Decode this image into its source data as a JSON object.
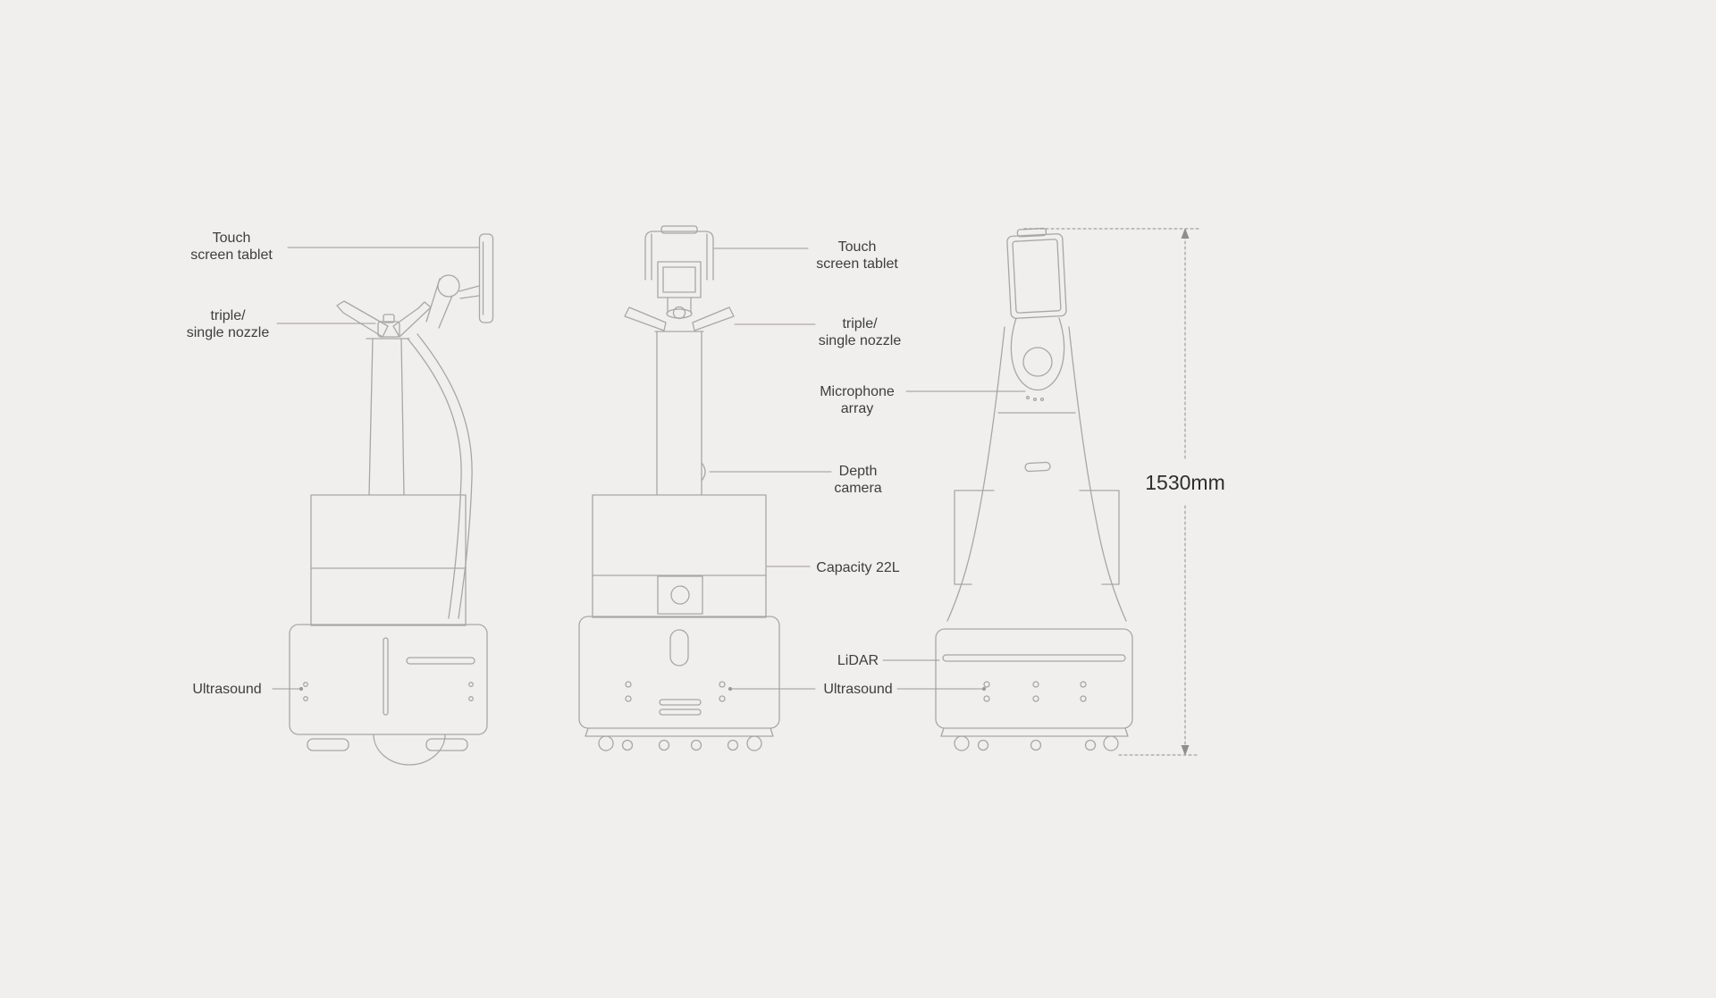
{
  "background": "#f0efee",
  "line_color": "#a8a7a5",
  "leader_color": "#9b9a98",
  "text_color": "#3e3e3e",
  "labels": {
    "left": {
      "touch_screen": "Touch\nscreen tablet",
      "nozzle": "triple/\nsingle nozzle",
      "ultrasound": "Ultrasound"
    },
    "middle": {
      "touch_screen": "Touch\nscreen tablet",
      "nozzle": "triple/\nsingle nozzle",
      "microphone": "Microphone\narray",
      "depth_camera": "Depth\ncamera",
      "capacity": "Capacity 22L",
      "lidar": "LiDAR",
      "ultrasound": "Ultrasound"
    },
    "dimension": "1530mm"
  },
  "views": [
    {
      "id": "side-view",
      "description": "robot side view"
    },
    {
      "id": "front-view",
      "description": "robot front view"
    },
    {
      "id": "rear-view",
      "description": "robot rear three-quarter view"
    }
  ]
}
